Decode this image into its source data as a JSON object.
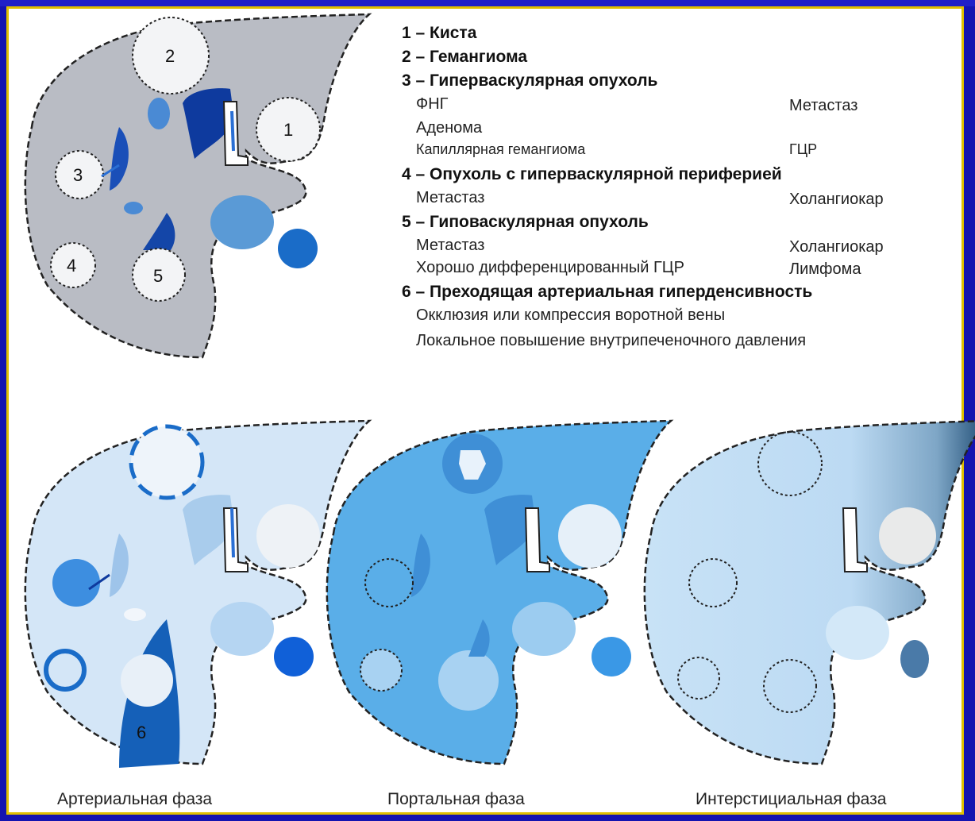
{
  "legend": {
    "item1": "1 – Киста",
    "item2": "2 – Гемангиома",
    "item3": "3 – Гиперваскулярная опухоль",
    "item3_a": "ФНГ",
    "item3_b": "Метастаз",
    "item3_c": "Аденома",
    "item3_d": "Капиллярная гемангиома",
    "item3_e": "ГЦР",
    "item4": "4 – Опухоль с гиперваскулярной периферией",
    "item4_a": "Метастаз",
    "item4_b": "Холангиокар",
    "item5": "5 – Гиповаскулярная опухоль",
    "item5_a": "Метастаз",
    "item5_b": "Холангиокар",
    "item5_c": "Хорошо дифференцированный ГЦР",
    "item5_d": "Лимфома",
    "item6": "6 – Преходящая артериальная гиперденсивность",
    "item6_a": "Окклюзия или компрессия воротной вены",
    "item6_b": "Локальное повышение внутрипеченочного давления"
  },
  "labels": {
    "n1": "1",
    "n2": "2",
    "n3": "3",
    "n4": "4",
    "n5": "5",
    "n6": "6"
  },
  "captions": {
    "arterial": "Артериальная фаза",
    "portal": "Портальная фаза",
    "interstitial": "Интерстициальная фаза"
  },
  "colors": {
    "liver_gray": "#b9bcc4",
    "arterial_bg": "#d4e6f7",
    "portal_bg": "#5aaee8",
    "interstitial_bg": "#c5e0f6",
    "vessel_dark": "#0e3a9e",
    "frame": "#1414b0"
  }
}
